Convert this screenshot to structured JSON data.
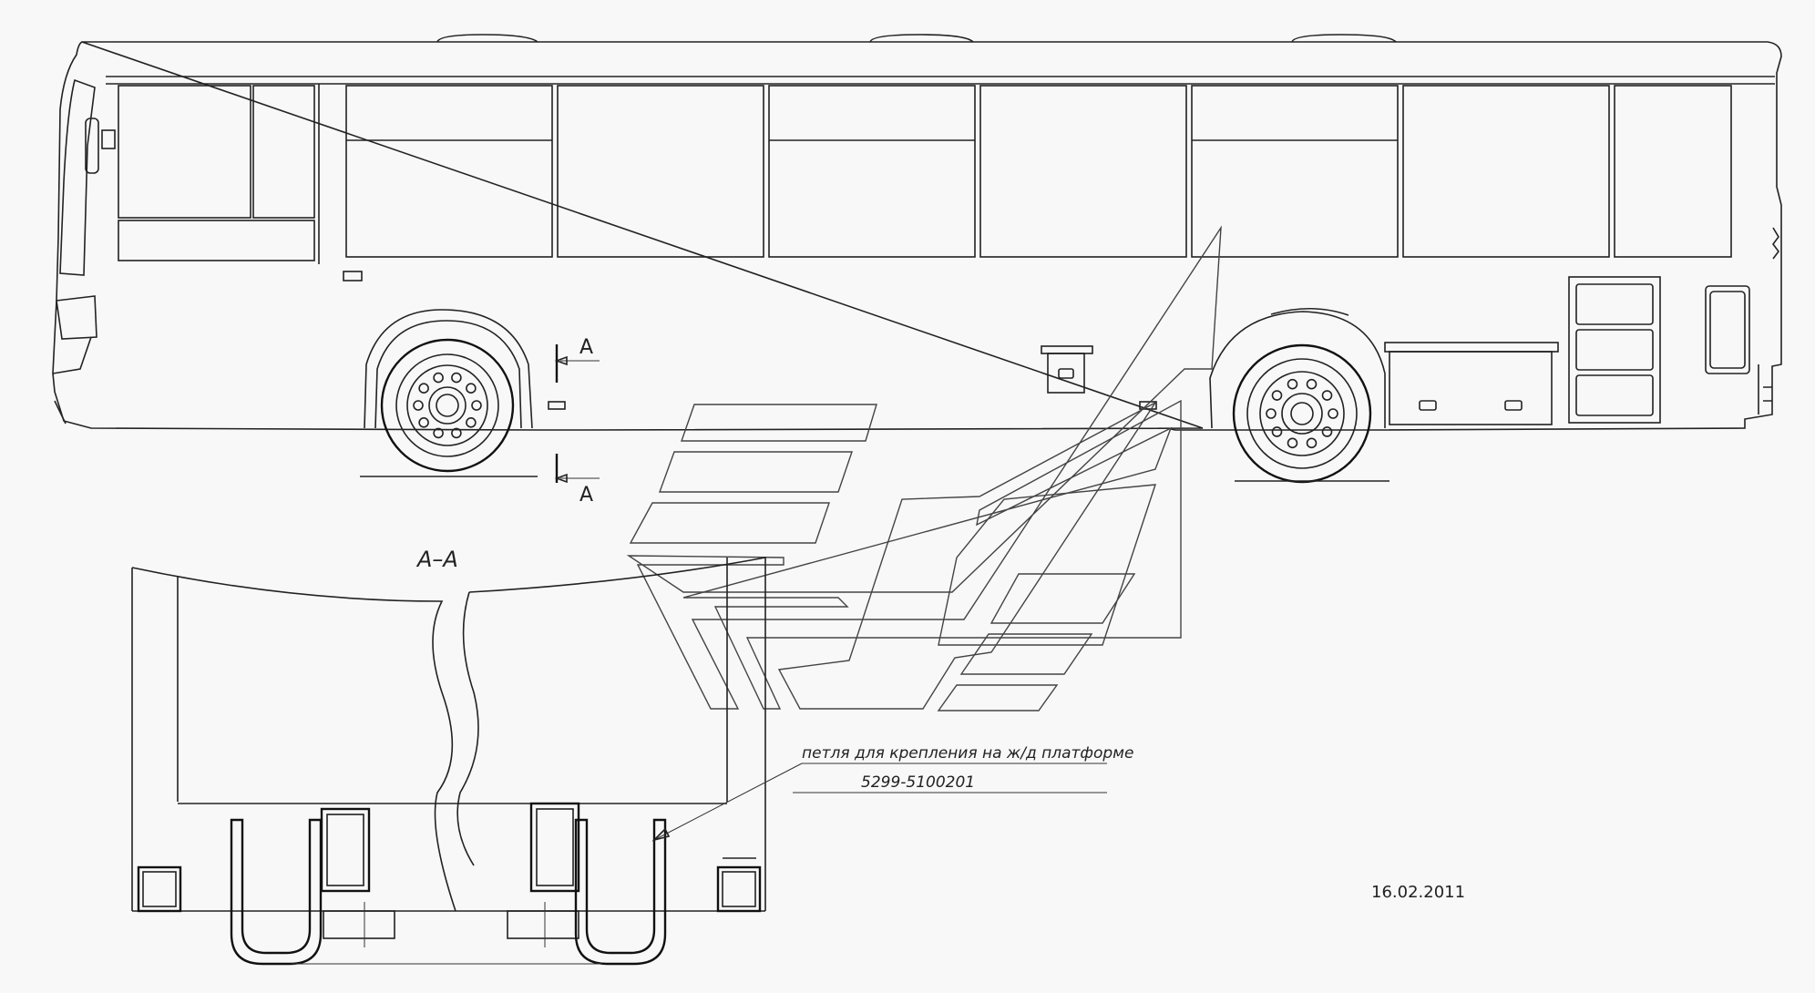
{
  "section_marks": {
    "top_letter": "A",
    "bottom_letter": "A",
    "section_title": "A–A"
  },
  "callout": {
    "label": "петля для крепления на ж/д платформе",
    "part_number": "5299-5100201"
  },
  "date": "16.02.2011"
}
